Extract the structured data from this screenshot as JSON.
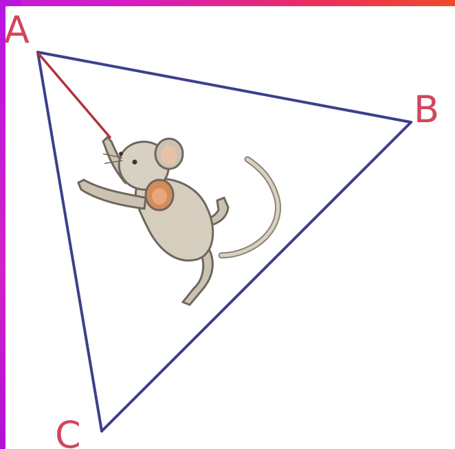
{
  "diagram": {
    "vertices": {
      "a": "A",
      "b": "B",
      "c": "C"
    },
    "colors": {
      "frame": "#c41bd8",
      "triangle_sides": "#3d3f8c",
      "leash": "#b1323d",
      "labels": "#d2465d",
      "mouse_body": "#cbc2b3",
      "mouse_ear": "#d58a5a"
    },
    "icons": {
      "mouse": "mouse-illustration"
    }
  }
}
